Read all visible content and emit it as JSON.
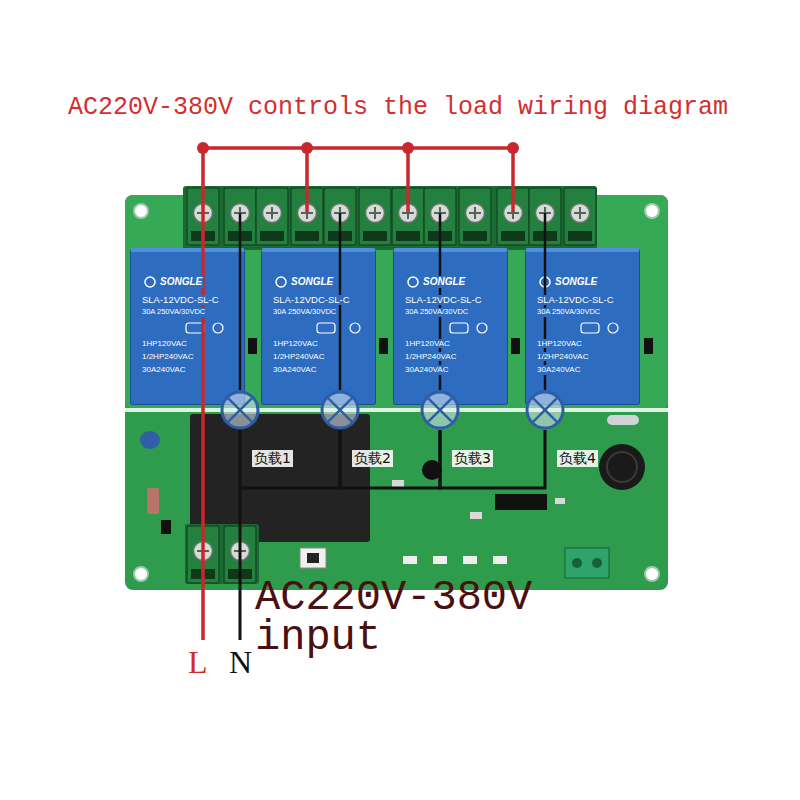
{
  "diagram": {
    "title": "AC220V-380V controls the load wiring diagram",
    "nodes": [
      {
        "text": [
          "SONGLE",
          "SLA-12VDC-SL-C",
          "30A 250VA/30VDC",
          "1HP120VAC",
          "1/2HP240VAC",
          "30A240VAC"
        ]
      },
      {
        "text": [
          "SONGLE",
          "SLA-12VDC-SL-C",
          "30A 250VA/30VDC",
          "1HP120VAC",
          "1/2HP240VAC",
          "30A240VAC"
        ]
      },
      {
        "text": [
          "SONGLE",
          "SLA-12VDC-SL-C",
          "30A 250VA/30VDC",
          "1HP120VAC",
          "1/2HP240VAC",
          "30A240VAC"
        ]
      },
      {
        "text": [
          "SONGLE",
          "SLA-12VDC-SL-C",
          "30A 250VA/30VDC",
          "1HP120VAC",
          "1/2HP240VAC",
          "30A240VAC"
        ]
      },
      {
        "text": [
          "负载1"
        ]
      },
      {
        "text": [
          "负载2"
        ]
      },
      {
        "text": [
          "负载3"
        ]
      },
      {
        "text": [
          "负载4"
        ]
      }
    ],
    "edges": [
      {
        "from": 4,
        "to": 5,
        "arrow": "none"
      },
      {
        "from": 5,
        "to": 6,
        "arrow": "none"
      },
      {
        "from": 6,
        "to": 7,
        "arrow": "none"
      }
    ],
    "labels": [
      "AC220V-380V input",
      "L",
      "N"
    ]
  }
}
